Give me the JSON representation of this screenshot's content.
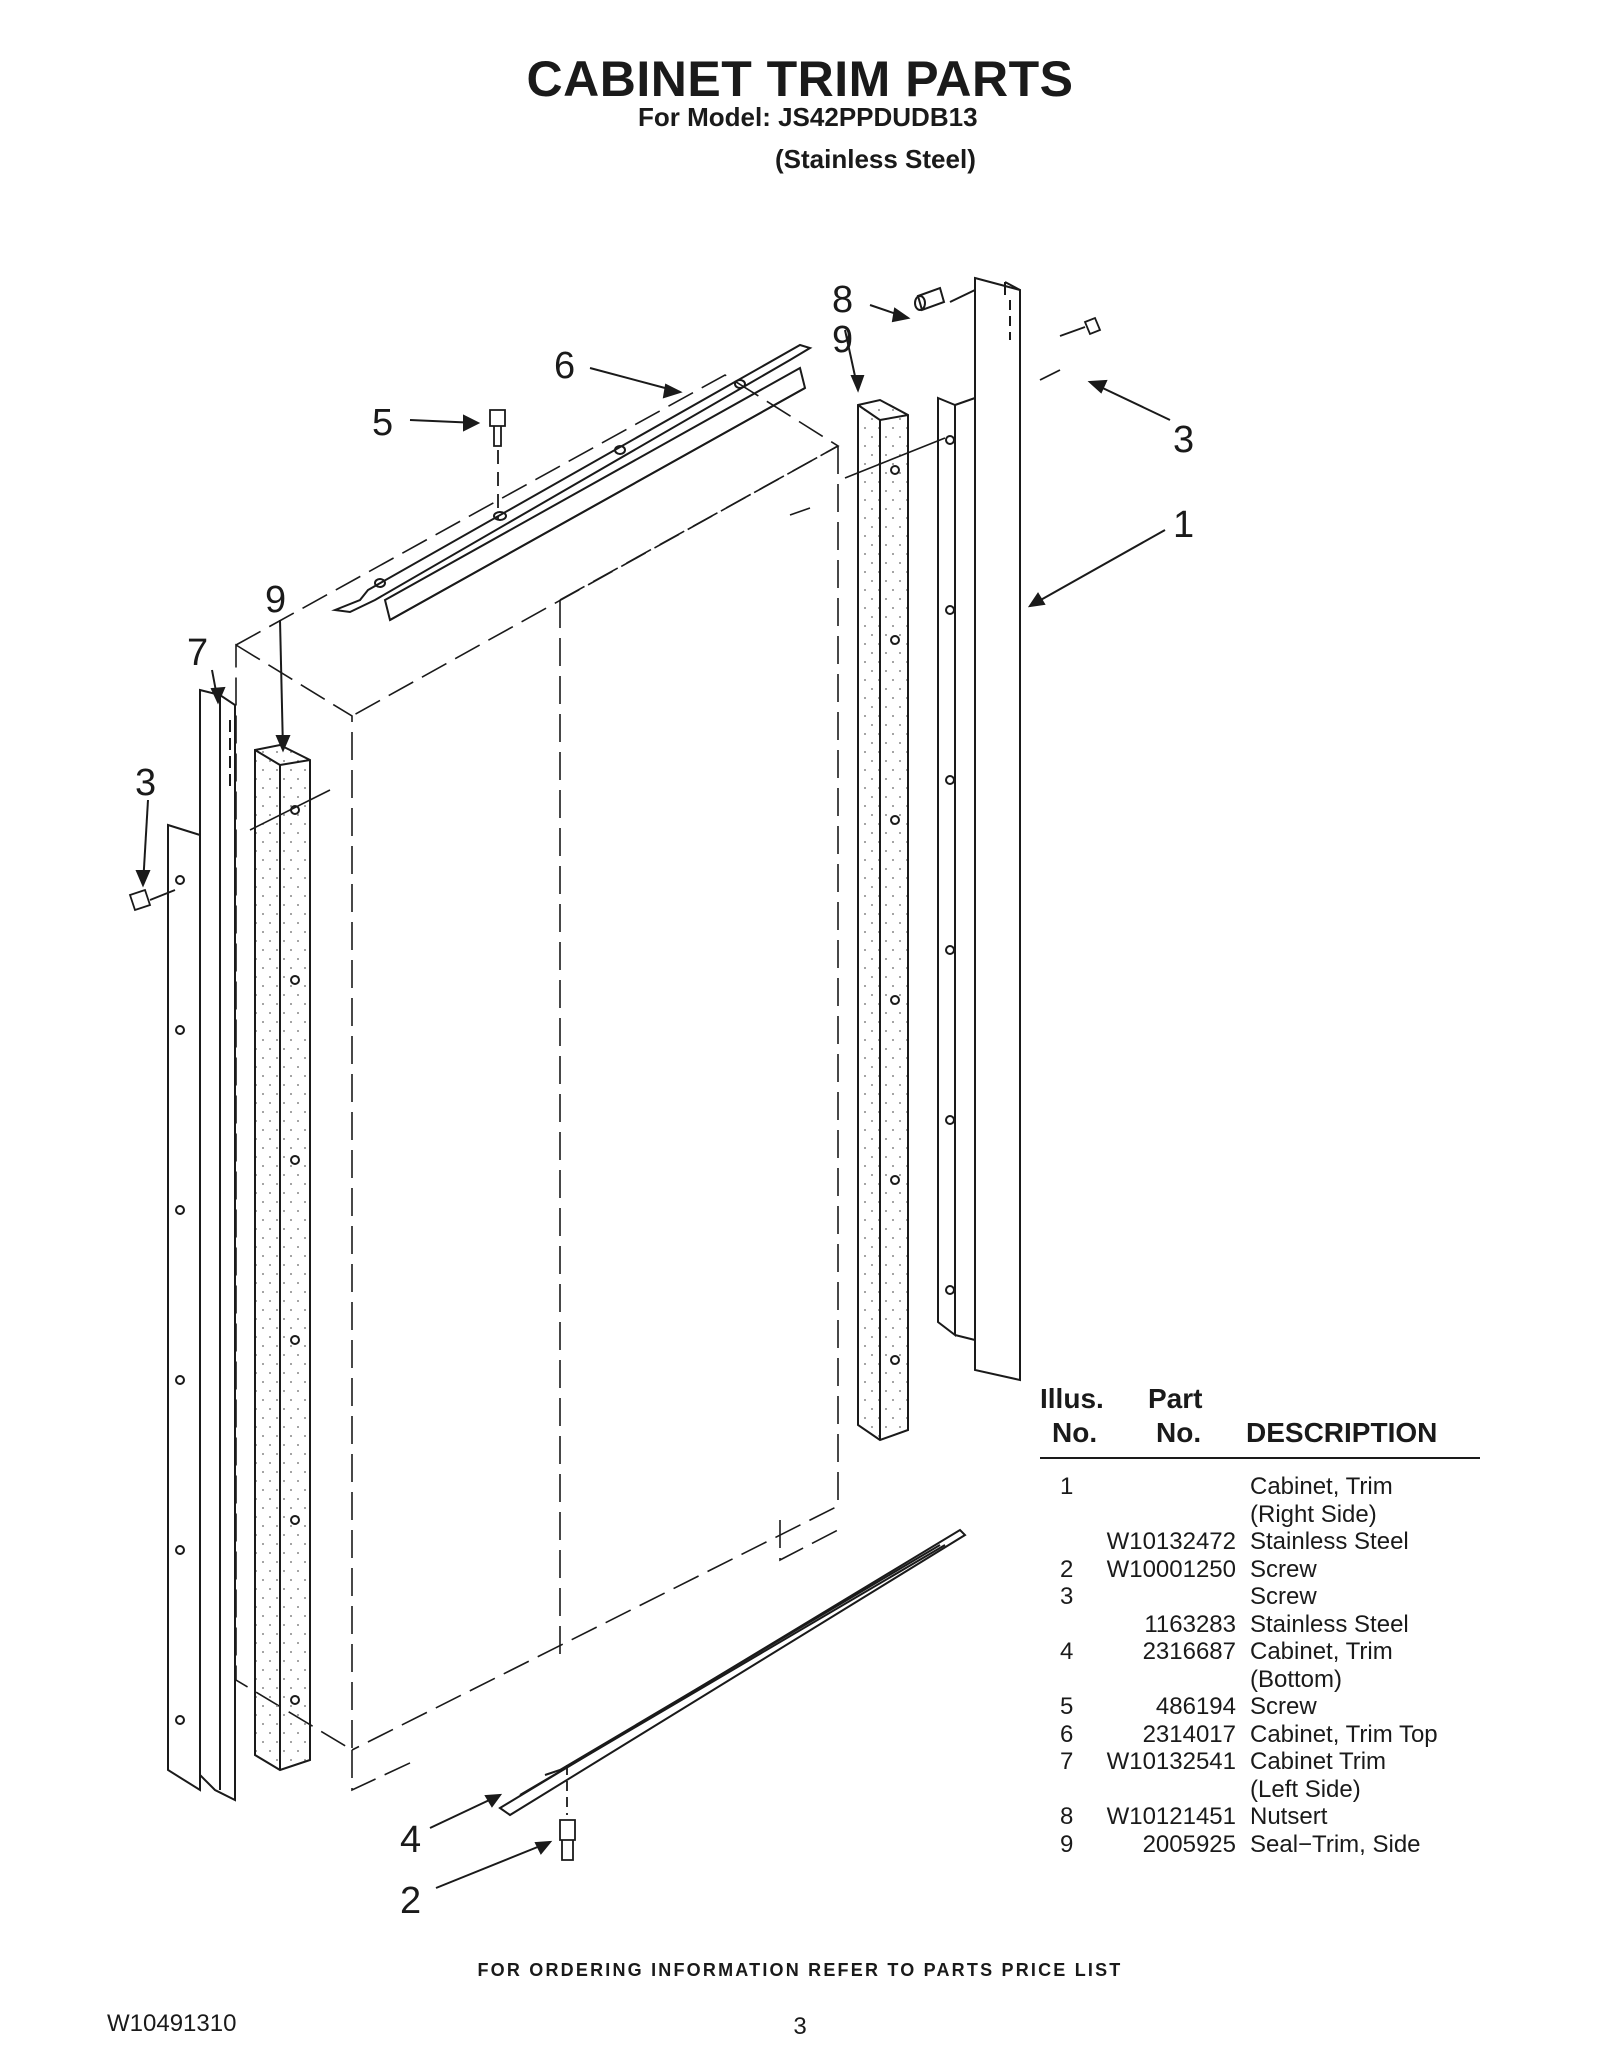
{
  "header": {
    "title": "CABINET TRIM PARTS",
    "model": "For Model: JS42PPDUDB13",
    "finish": "(Stainless Steel)"
  },
  "callouts": [
    "8",
    "9",
    "6",
    "5",
    "3",
    "1",
    "9",
    "7",
    "3",
    "4",
    "2"
  ],
  "table": {
    "header": {
      "illus_line1": "Illus.",
      "illus_line2": "No.",
      "part_line1": "Part",
      "part_line2": "No.",
      "description": "DESCRIPTION"
    },
    "rows": [
      {
        "no": "1",
        "part": "",
        "desc": "Cabinet, Trim"
      },
      {
        "no": "",
        "part": "",
        "desc": "(Right Side)"
      },
      {
        "no": "",
        "part": "W10132472",
        "desc": "Stainless Steel"
      },
      {
        "no": "2",
        "part": "W10001250",
        "desc": "Screw"
      },
      {
        "no": "3",
        "part": "",
        "desc": "Screw"
      },
      {
        "no": "",
        "part": "1163283",
        "desc": "Stainless Steel"
      },
      {
        "no": "4",
        "part": "2316687",
        "desc": "Cabinet, Trim"
      },
      {
        "no": "",
        "part": "",
        "desc": "(Bottom)"
      },
      {
        "no": "5",
        "part": "486194",
        "desc": "Screw"
      },
      {
        "no": "6",
        "part": "2314017",
        "desc": "Cabinet, Trim Top"
      },
      {
        "no": "7",
        "part": "W10132541",
        "desc": "Cabinet Trim"
      },
      {
        "no": "",
        "part": "",
        "desc": "(Left Side)"
      },
      {
        "no": "8",
        "part": "W10121451",
        "desc": "Nutsert"
      },
      {
        "no": "9",
        "part": "2005925",
        "desc": "Seal−Trim, Side"
      }
    ]
  },
  "footer": {
    "ordering_note": "FOR ORDERING INFORMATION REFER TO PARTS PRICE LIST",
    "doc_number": "W10491310",
    "page_number": "3"
  }
}
